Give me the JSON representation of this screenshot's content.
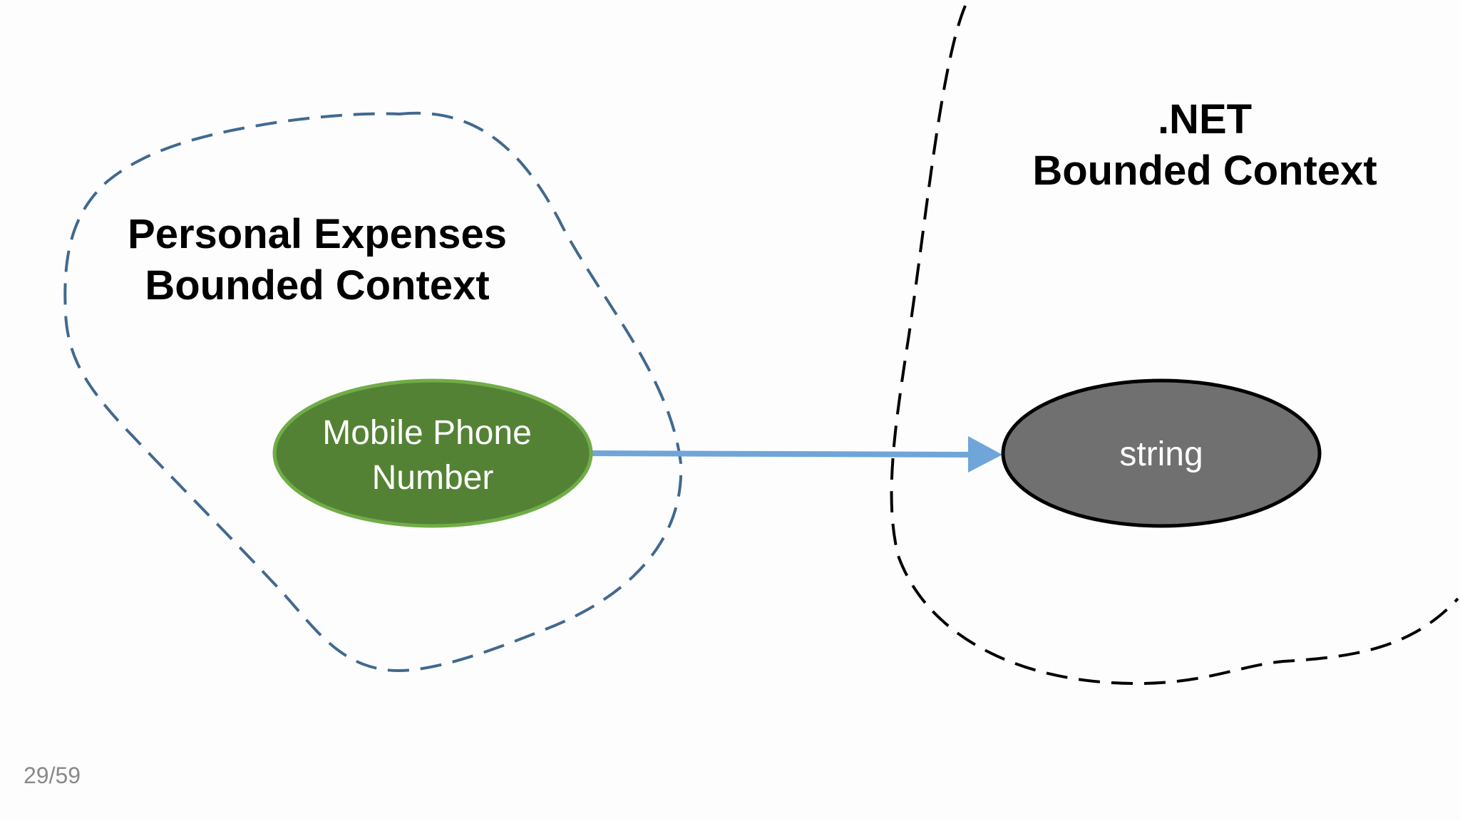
{
  "contexts": {
    "personal": {
      "title_line1": "Personal Expenses",
      "title_line2": "Bounded Context",
      "border_color": "#41698f"
    },
    "dotnet": {
      "title_line1": ".NET",
      "title_line2": "Bounded Context",
      "border_color": "#000000"
    }
  },
  "nodes": {
    "source": {
      "label_line1": "Mobile Phone",
      "label_line2": "Number",
      "fill": "#548235",
      "stroke": "#70ad47"
    },
    "target": {
      "label": "string",
      "fill": "#707070",
      "stroke": "#000000"
    }
  },
  "arrow": {
    "color": "#6fa5d9"
  },
  "footer": {
    "page_counter": "29/59"
  }
}
